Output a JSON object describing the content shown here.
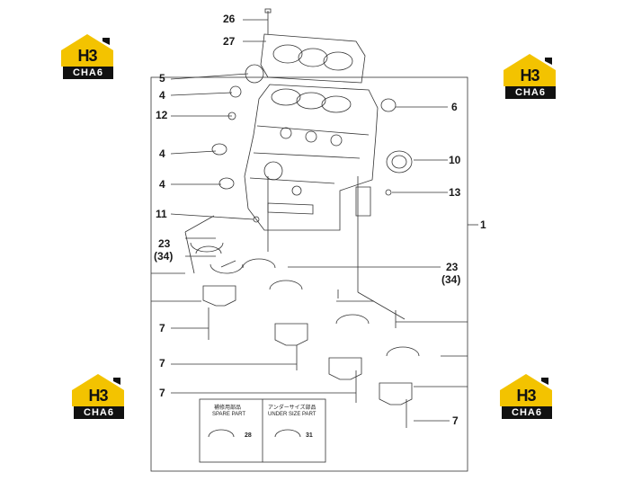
{
  "logo": {
    "mark": "H3",
    "text": "CHA6",
    "color_yellow": "#f3c300",
    "color_dark": "#111111"
  },
  "callouts": {
    "c26": "26",
    "c27": "27",
    "c5": "5",
    "c4a": "4",
    "c12": "12",
    "c4b": "4",
    "c4c": "4",
    "c6": "6",
    "c10": "10",
    "c13": "13",
    "c11": "11",
    "c1": "1",
    "c23a": "23",
    "c34a": "(34)",
    "c23b": "23",
    "c34b": "(34)",
    "c7a": "7",
    "c7b": "7",
    "c7c": "7",
    "c7d": "7"
  },
  "legend": {
    "spare_jp": "補修用部品",
    "spare_en": "SPARE PART",
    "spare_num": "28",
    "undersize_jp": "アンダーサイズ部品",
    "undersize_en": "UNDER SIZE PART",
    "undersize_num": "31"
  }
}
